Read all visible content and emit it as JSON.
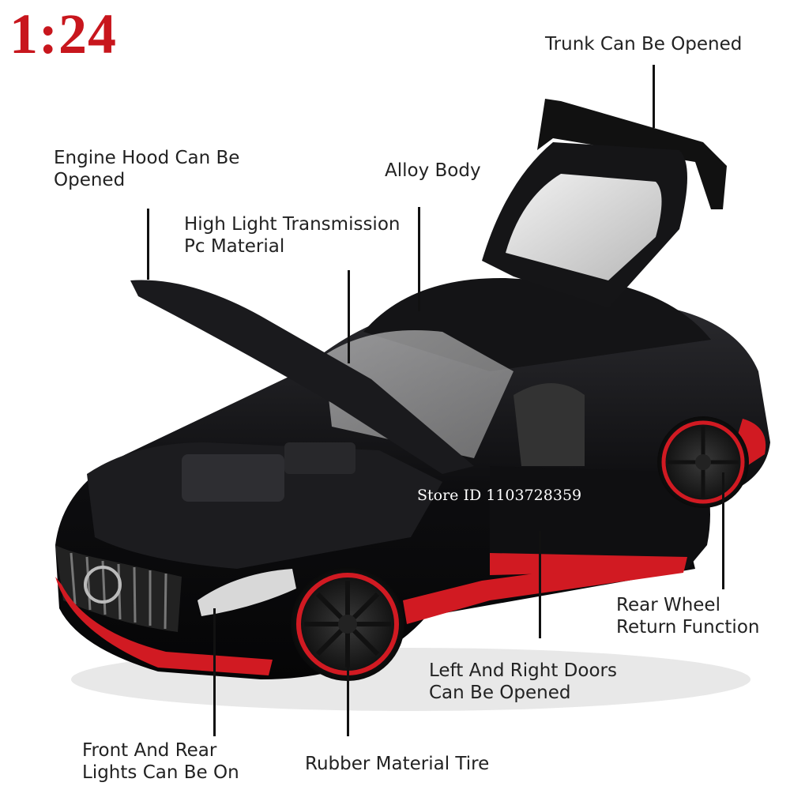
{
  "scale": "1:24",
  "watermark": "Store ID 1103728359",
  "labels": {
    "trunk": "Trunk Can Be Opened",
    "hood_1": "Engine Hood Can Be",
    "hood_2": "Opened",
    "alloy": "Alloy Body",
    "light_tx_1": "High Light Transmission",
    "light_tx_2": "Pc Material",
    "rear_wheel_1": "Rear Wheel",
    "rear_wheel_2": "Return Function",
    "doors_1": "Left And Right Doors",
    "doors_2": "Can Be Opened",
    "lights_1": "Front And Rear",
    "lights_2": "Lights Can Be On",
    "tire": "Rubber Material Tire"
  },
  "colors": {
    "accent": "#c8161d",
    "body": "#0d0d0f",
    "trim": "#d11a22"
  }
}
